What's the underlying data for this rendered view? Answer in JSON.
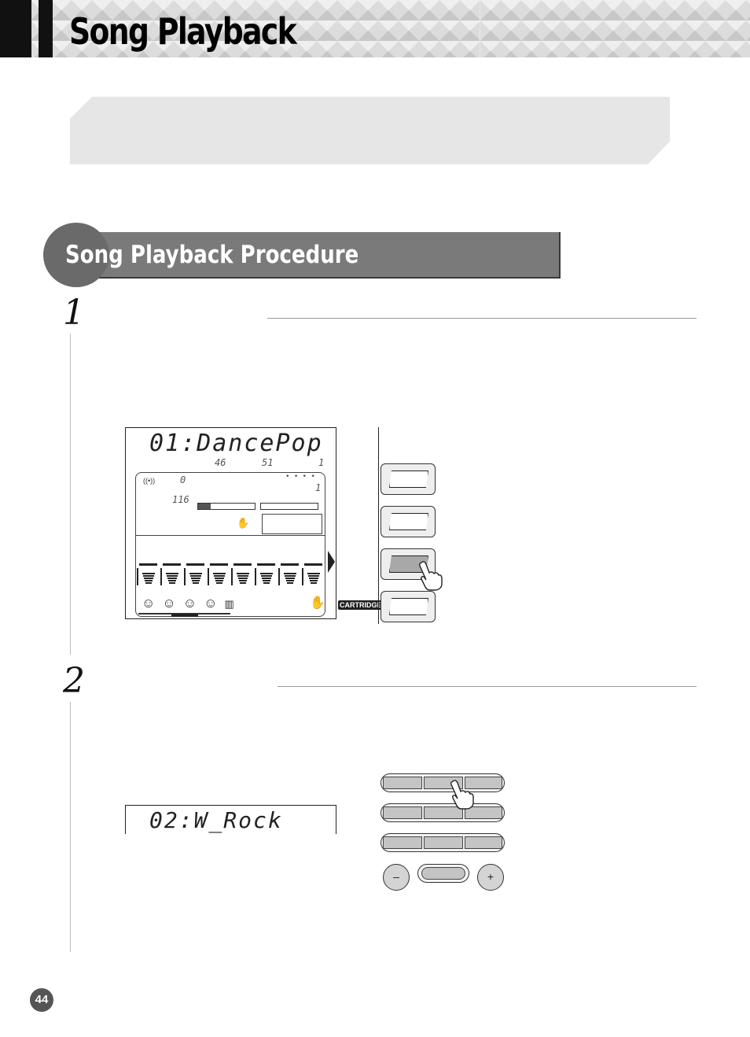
{
  "header": {
    "title": "Song Playback"
  },
  "section": {
    "title": "Song Playback Procedure"
  },
  "steps": [
    {
      "number": "1"
    },
    {
      "number": "2"
    }
  ],
  "lcd1": {
    "song_display": "01:DancePop",
    "measure_values": [
      "46",
      "51",
      "1"
    ],
    "beat_value": "0",
    "tempo_value": "116",
    "beat_dots": "• • • •",
    "dots_sub_value": "1",
    "cartridge_label": "CARTRIDGE",
    "track_count": 8
  },
  "lcd2": {
    "song_display": "02:W_Rock"
  },
  "numpad": {
    "minus_label": "–",
    "plus_label": "+"
  },
  "page_number": "44"
}
